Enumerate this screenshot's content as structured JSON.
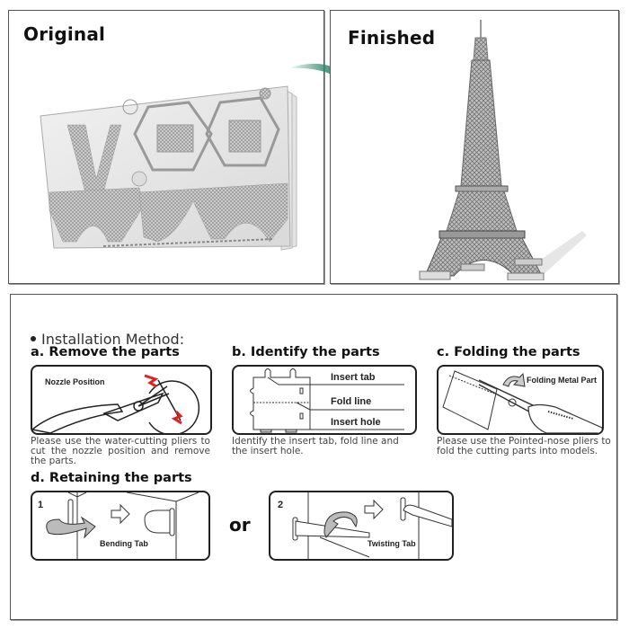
{
  "original": {
    "title": "Original",
    "image": "metal-sheet-parts"
  },
  "finished": {
    "title": "Finished",
    "image": "eiffel-tower-model"
  },
  "arrow": {
    "color": "#2e8a6e",
    "icon": "curved-arrow-right-icon"
  },
  "instructions": {
    "heading": "Installation Method:",
    "steps": [
      {
        "title": "a. Remove the parts",
        "labels": [
          "Nozzle Position"
        ],
        "description": "Please use the water-cutting pliers to cut the nozzle position and remove the parts."
      },
      {
        "title": "b. Identify the parts",
        "labels": [
          "Insert tab",
          "Fold line",
          "Insert hole"
        ],
        "description": "Identify the insert tab, fold line and the insert hole."
      },
      {
        "title": "c. Folding the parts",
        "labels": [
          "Folding Metal Part"
        ],
        "description": "Please use the Pointed-nose pliers to fold the cutting parts into models."
      },
      {
        "title": "d. Retaining the parts",
        "options": [
          {
            "number": "1",
            "label": "Bending Tab"
          },
          {
            "number": "2",
            "label": "Twisting Tab"
          }
        ],
        "separator": "or"
      }
    ]
  },
  "colors": {
    "border": "#555555",
    "text": "#222222",
    "arrow": "#2e8a6e",
    "accent_red": "#e02020"
  }
}
